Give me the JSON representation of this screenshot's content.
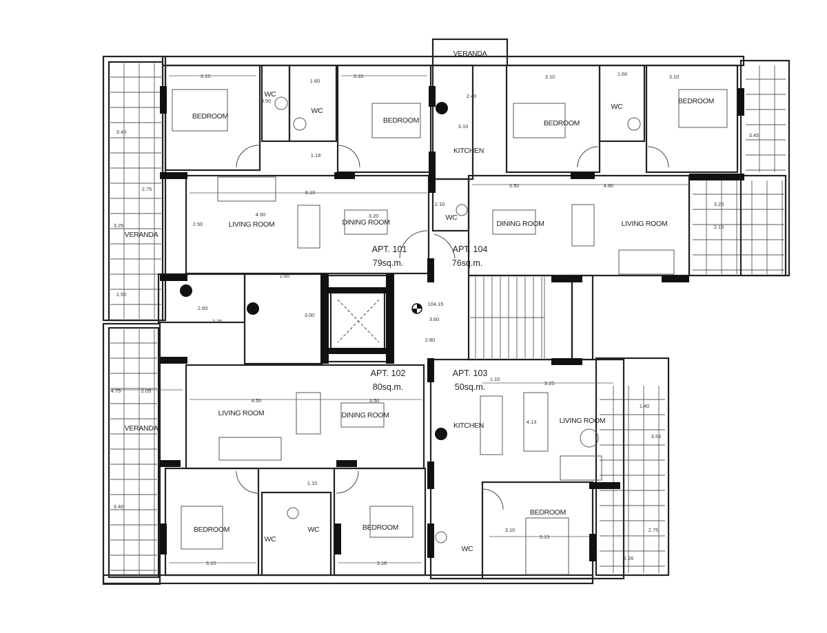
{
  "plan": {
    "rooms": {
      "apt101": {
        "name": "APT. 101",
        "area": "79sq.m.",
        "bedroom_a": "BEDROOM",
        "wc_a": "WC",
        "wc_b": "WC",
        "bedroom_b": "BEDROOM",
        "living": "LIVING ROOM",
        "dining": "DINING ROOM",
        "veranda": "VERANDA"
      },
      "apt104": {
        "name": "APT. 104",
        "area": "76sq.m.",
        "veranda": "VERANDA",
        "kitchen": "KITCHEN",
        "bedroom_a": "BEDROOM",
        "wc_a": "WC",
        "bedroom_b": "BEDROOM",
        "wc_b": "WC",
        "dining": "DINING ROOM",
        "living": "LIVING ROOM"
      },
      "apt102": {
        "name": "APT. 102",
        "area": "80sq.m.",
        "living": "LIVING ROOM",
        "dining": "DINING ROOM",
        "veranda": "VERANDA",
        "bedroom_a": "BEDROOM",
        "wc_a": "WC",
        "wc_b": "WC",
        "bedroom_b": "BEDROOM"
      },
      "apt103": {
        "name": "APT. 103",
        "area": "50sq.m.",
        "kitchen": "KITCHEN",
        "living": "LIVING ROOM",
        "bedroom": "BEDROOM",
        "wc": "WC"
      }
    },
    "dims": [
      "3.15",
      "1.60",
      "3.10",
      "3.50",
      "3.40",
      "1.18",
      "2.75",
      "8.10",
      "3.25",
      "2.50",
      "4.50",
      "3.20",
      "3.10",
      "1.60",
      "3.10",
      "2.40",
      "3.10",
      "3.50",
      "4.80",
      "2.10",
      "3.25",
      "2.15",
      "3.45",
      "2.60",
      "2.60",
      "2.75",
      "3.00",
      "104.15",
      "3.60",
      "2.80",
      "1.50",
      "4.75",
      "2.05",
      "4.50",
      "3.50",
      "3.40",
      "1.10",
      "3.15",
      "3.18",
      "1.10",
      "3.25",
      "4.13",
      "1.40",
      "3.55",
      "3.10",
      "3.13",
      "2.75",
      "2.26"
    ]
  }
}
